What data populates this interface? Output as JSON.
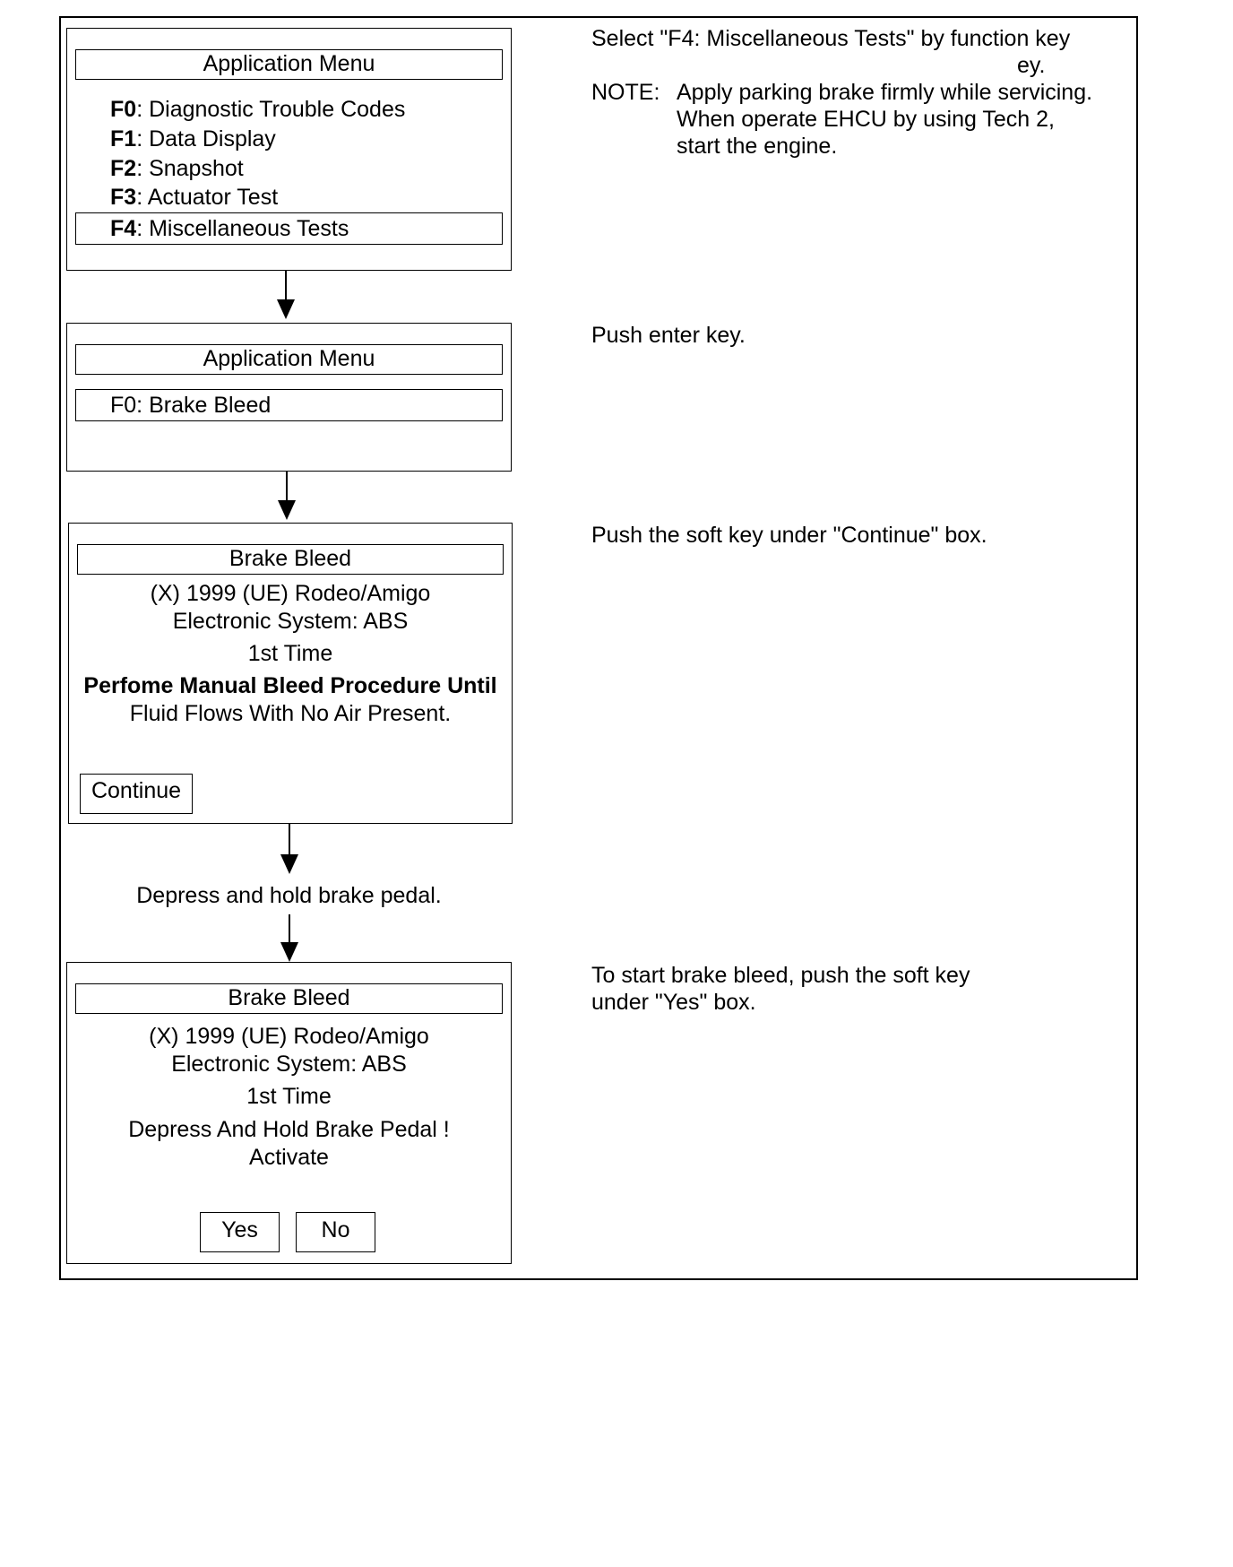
{
  "screen1": {
    "title": "Application Menu",
    "items": [
      {
        "key": "F0",
        "label": ": Diagnostic Trouble Codes"
      },
      {
        "key": "F1",
        "label": ": Data Display"
      },
      {
        "key": "F2",
        "label": ": Snapshot"
      },
      {
        "key": "F3",
        "label": ": Actuator Test"
      }
    ],
    "selected": {
      "key": "F4",
      "label": ": Miscellaneous Tests"
    }
  },
  "screen2": {
    "title": "Application Menu",
    "selected": "F0: Brake Bleed"
  },
  "screen3": {
    "title": "Brake Bleed",
    "line1": "(X) 1999  (UE) Rodeo/Amigo",
    "line2": "Electronic System: ABS",
    "line3": "1st Time",
    "line4": "Perfome Manual Bleed Procedure Until",
    "line5": "Fluid Flows With No Air Present.",
    "continue_label": "Continue"
  },
  "between_step": "Depress and hold brake pedal.",
  "screen4": {
    "title": "Brake Bleed",
    "line1": "(X) 1999  (UE) Rodeo/Amigo",
    "line2": "Electronic System: ABS",
    "line3": "1st Time",
    "line4": "Depress And Hold Brake Pedal !",
    "line5": "Activate",
    "yes_label": "Yes",
    "no_label": "No"
  },
  "instructions": {
    "step1_line1": "Select \"F4: Miscellaneous Tests\" by function key",
    "step1_line2": "ey.",
    "note_label": "NOTE:",
    "note_line1": "Apply parking brake firmly while servicing.",
    "note_line2": "When operate EHCU by using Tech 2,",
    "note_line3": "start the engine.",
    "step2": "Push enter key.",
    "step3": "Push the soft key under \"Continue\" box.",
    "step4_line1": "To start brake bleed, push the soft key",
    "step4_line2": "under \"Yes\" box."
  }
}
